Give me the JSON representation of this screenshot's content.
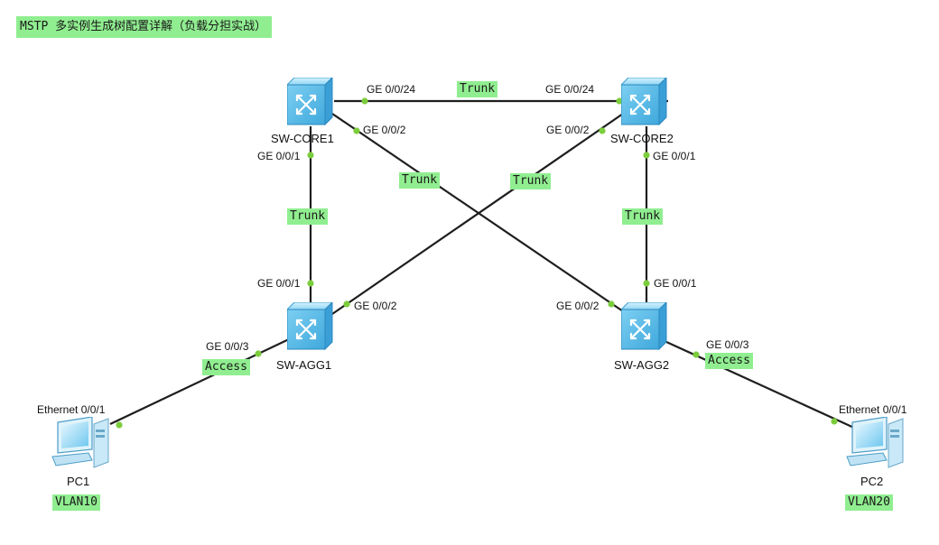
{
  "title": "MSTP 多实例生成树配置详解（负载分担实战）",
  "colors": {
    "label_bg": "#90ee90",
    "link": "#1e1e1e",
    "port_dot": "#7ccd3c",
    "switch": "#6ec8ee"
  },
  "devices": {
    "core1": {
      "name": "SW-CORE1",
      "icon": "switch-icon"
    },
    "core2": {
      "name": "SW-CORE2",
      "icon": "switch-icon"
    },
    "agg1": {
      "name": "SW-AGG1",
      "icon": "switch-icon"
    },
    "agg2": {
      "name": "SW-AGG2",
      "icon": "switch-icon"
    },
    "pc1": {
      "name": "PC1",
      "icon": "pc-icon",
      "vlan": "VLAN10"
    },
    "pc2": {
      "name": "PC2",
      "icon": "pc-icon",
      "vlan": "VLAN20"
    }
  },
  "ports": {
    "core1_ge24": "GE 0/0/24",
    "core2_ge24": "GE 0/0/24",
    "core1_ge2": "GE 0/0/2",
    "core2_ge2": "GE 0/0/2",
    "core1_ge1": "GE 0/0/1",
    "core2_ge1": "GE 0/0/1",
    "agg1_ge1": "GE 0/0/1",
    "agg1_ge2": "GE 0/0/2",
    "agg1_ge3": "GE 0/0/3",
    "agg2_ge1": "GE 0/0/1",
    "agg2_ge2": "GE 0/0/2",
    "agg2_ge3": "GE 0/0/3",
    "pc1_eth": "Ethernet 0/0/1",
    "pc2_eth": "Ethernet 0/0/1"
  },
  "links": {
    "core1_core2": "Trunk",
    "core1_agg2": "Trunk",
    "core2_agg1": "Trunk",
    "core1_agg1": "Trunk",
    "core2_agg2": "Trunk",
    "agg1_pc1": "Access",
    "agg2_pc2": "Access"
  }
}
